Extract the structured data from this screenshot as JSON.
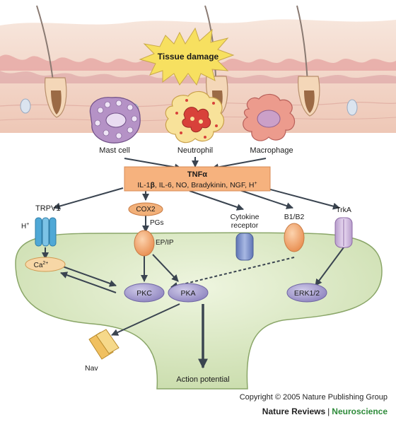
{
  "title_burst": "Tissue damage",
  "cells": {
    "mast": "Mast cell",
    "neutrophil": "Neutrophil",
    "macrophage": "Macrophage"
  },
  "cytokine_box": {
    "title": "TNFα",
    "line_parts": [
      "IL-1",
      "β",
      ", IL-6, NO, Bradykinin, NGF, H",
      "+"
    ]
  },
  "labels": {
    "trpv1": "TRPV1",
    "h_plus_base": "H",
    "h_plus_sup": "+",
    "cox2": "COX2",
    "pgs": "PGs",
    "epip": "EP/IP",
    "cytokine_receptor_1": "Cytokine",
    "cytokine_receptor_2": "receptor",
    "b1b2": "B1/B2",
    "trka": "TrkA",
    "ca_base": "Ca",
    "ca_sup": "2+",
    "pkc": "PKC",
    "pka": "PKA",
    "erk": "ERK1/2",
    "nav": "Nav",
    "action_potential": "Action potential"
  },
  "footer": {
    "copyright": "Copyright © 2005 Nature Publishing Group",
    "journal": "Nature Reviews",
    "separator": "|",
    "section": "Neuroscience"
  },
  "colors": {
    "skin": "#f1d3c6",
    "neuron": "#dbe8c4",
    "cytokine_box": "#f6b27e",
    "cox2": "#f2b079",
    "burst": "#f7e060",
    "kinase": "#a9a1cf",
    "receptor_blue": "#7f93c8",
    "receptor_orange": "#f0a06a",
    "channel": "#f0c060"
  }
}
